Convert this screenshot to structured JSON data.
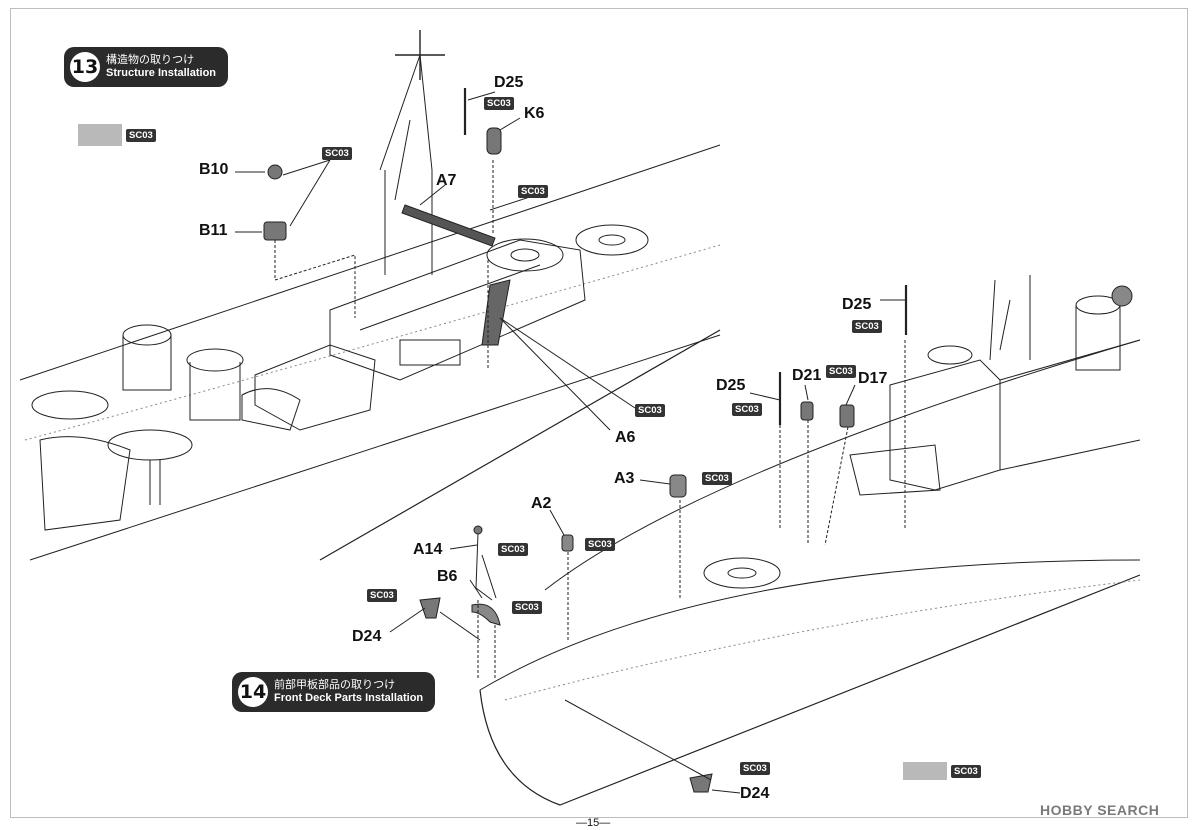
{
  "steps": {
    "step13": {
      "number": "13",
      "title_jp": "構造物の取りつけ",
      "title_en": "Structure Installation"
    },
    "step14": {
      "number": "14",
      "title_jp": "前部甲板部品の取りつけ",
      "title_en": "Front Deck Parts Installation"
    }
  },
  "color_code": "SC03",
  "swatch_color": "#b9b9b9",
  "parts": {
    "d25_top": "D25",
    "k6": "K6",
    "a7": "A7",
    "b10": "B10",
    "b11": "B11",
    "a6": "A6",
    "d25_right": "D25",
    "d25_mid": "D25",
    "d21": "D21",
    "d17": "D17",
    "a3": "A3",
    "a2": "A2",
    "a14": "A14",
    "b6": "B6",
    "d24_left": "D24",
    "d24_bottom": "D24"
  },
  "page_number": "—15—",
  "watermark": "HOBBY SEARCH"
}
